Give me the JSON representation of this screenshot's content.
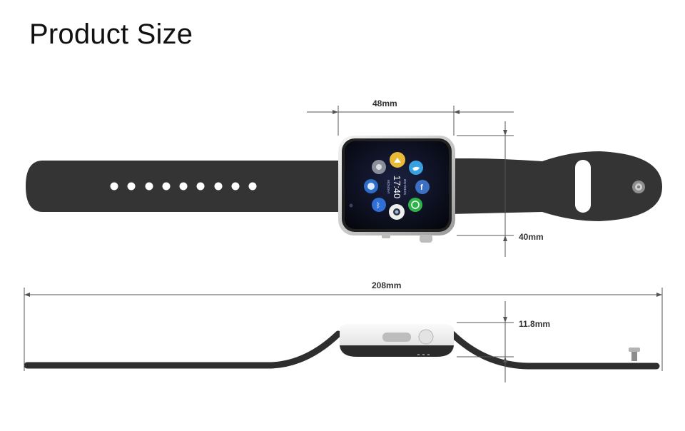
{
  "title": "Product Size",
  "dimensions": {
    "width": "48mm",
    "height": "40mm",
    "length": "208mm",
    "thickness": "11.8mm"
  },
  "screen": {
    "time": "17:40",
    "date": "2017/01/01",
    "day": "MONDAY"
  },
  "colors": {
    "strap": "#333333",
    "case": "#cfcfcf",
    "screen": "#0a0c1a",
    "dimension_line": "#555555"
  },
  "icons": [
    {
      "name": "gallery-icon",
      "color": "#e9b93a"
    },
    {
      "name": "twitter-icon",
      "color": "#3aa1e0"
    },
    {
      "name": "facebook-icon",
      "color": "#3d6fc2"
    },
    {
      "name": "whatsapp-icon",
      "color": "#2db34a"
    },
    {
      "name": "camera-icon",
      "color": "#eeeeee"
    },
    {
      "name": "bluetooth-icon",
      "color": "#2f6fd6"
    },
    {
      "name": "dialer-icon",
      "color": "#2b6dc7"
    },
    {
      "name": "settings-icon",
      "color": "#8a8f99"
    }
  ]
}
